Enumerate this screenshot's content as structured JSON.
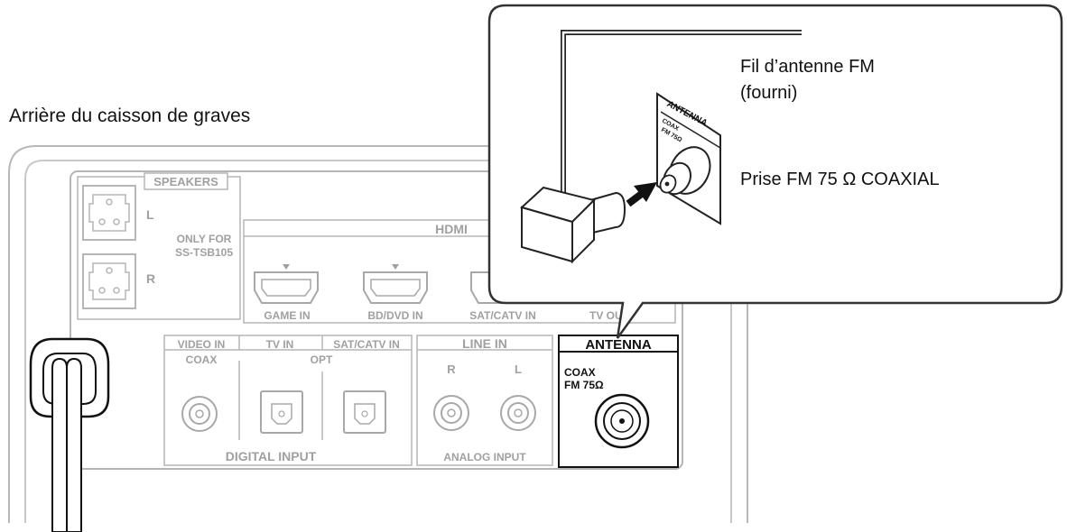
{
  "caption": "Arrière du caisson de graves",
  "callout": {
    "wire_label_line1": "Fil d’antenne FM",
    "wire_label_line2": "(fourni)",
    "jack_label": "Prise FM 75 Ω COAXIAL",
    "jack_panel_title": "ANTENNA",
    "jack_panel_sub1": "COAX",
    "jack_panel_sub2": "FM 75Ω"
  },
  "panel": {
    "speakers": {
      "title": "SPEAKERS",
      "left": "L",
      "right": "R",
      "note1": "ONLY FOR",
      "note2": "SS-TSB105"
    },
    "hdmi": {
      "title": "HDMI",
      "ports": [
        "GAME IN",
        "BD/DVD IN",
        "SAT/CATV IN",
        "TV OUT"
      ]
    },
    "digital": {
      "headers": [
        "VIDEO IN",
        "TV IN",
        "SAT/CATV IN"
      ],
      "coax": "COAX",
      "opt": "OPT",
      "footer": "DIGITAL INPUT"
    },
    "analog": {
      "header": "LINE IN",
      "left": "L",
      "right": "R",
      "footer": "ANALOG INPUT"
    },
    "antenna": {
      "title": "ANTENNA",
      "sub1": "COAX",
      "sub2": "FM 75Ω"
    }
  }
}
